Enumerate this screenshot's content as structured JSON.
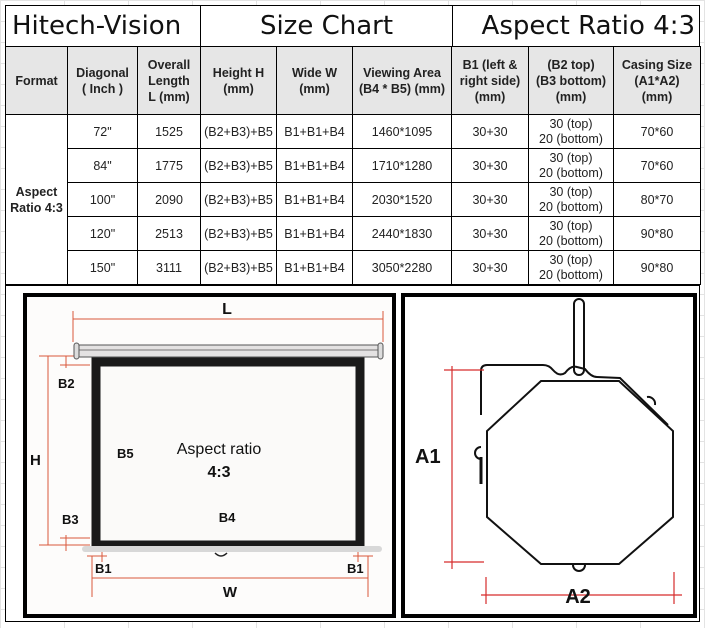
{
  "title": {
    "brand": "Hitech-Vision",
    "chart_name": "Size Chart",
    "aspect": "Aspect Ratio 4:3"
  },
  "table": {
    "headers": [
      "Format",
      "Diagonal\n( Inch )",
      "Overall\nLength\nL (mm)",
      "Height H\n(mm)",
      "Wide W\n(mm)",
      "Viewing Area\n(B4 * B5) (mm)",
      "B1 (left &\nright side)\n(mm)",
      "(B2 top)\n(B3 bottom)\n(mm)",
      "Casing Size\n(A1*A2)\n(mm)"
    ],
    "format_label": "Aspect Ratio 4:3",
    "rows": [
      {
        "diagonal": "72\"",
        "length": "1525",
        "height": "(B2+B3)+B5",
        "wide": "B1+B1+B4",
        "viewing": "1460*1095",
        "b1": "30+30",
        "b2": "30 (top)",
        "b3": "20 (bottom)",
        "casing": "70*60"
      },
      {
        "diagonal": "84\"",
        "length": "1775",
        "height": "(B2+B3)+B5",
        "wide": "B1+B1+B4",
        "viewing": "1710*1280",
        "b1": "30+30",
        "b2": "30 (top)",
        "b3": "20 (bottom)",
        "casing": "70*60"
      },
      {
        "diagonal": "100\"",
        "length": "2090",
        "height": "(B2+B3)+B5",
        "wide": "B1+B1+B4",
        "viewing": "2030*1520",
        "b1": "30+30",
        "b2": "30 (top)",
        "b3": "20 (bottom)",
        "casing": "80*70"
      },
      {
        "diagonal": "120\"",
        "length": "2513",
        "height": "(B2+B3)+B5",
        "wide": "B1+B1+B4",
        "viewing": "2440*1830",
        "b1": "30+30",
        "b2": "30 (top)",
        "b3": "20 (bottom)",
        "casing": "90*80"
      },
      {
        "diagonal": "150\"",
        "length": "3111",
        "height": "(B2+B3)+B5",
        "wide": "B1+B1+B4",
        "viewing": "3050*2280",
        "b1": "30+30",
        "b2": "30 (top)",
        "b3": "20 (bottom)",
        "casing": "90*80"
      }
    ]
  },
  "screen_diagram": {
    "labels": {
      "L": "L",
      "H": "H",
      "W": "W",
      "B1_left": "B1",
      "B1_right": "B1",
      "B2": "B2",
      "B3": "B3",
      "B4": "B4",
      "B5": "B5",
      "caption_line1": "Aspect ratio",
      "caption_line2": "4:3"
    },
    "dimension_color": "#d9583b"
  },
  "casing_diagram": {
    "labels": {
      "A1": "A1",
      "A2": "A2"
    },
    "dimension_color": "#d62c2c"
  }
}
